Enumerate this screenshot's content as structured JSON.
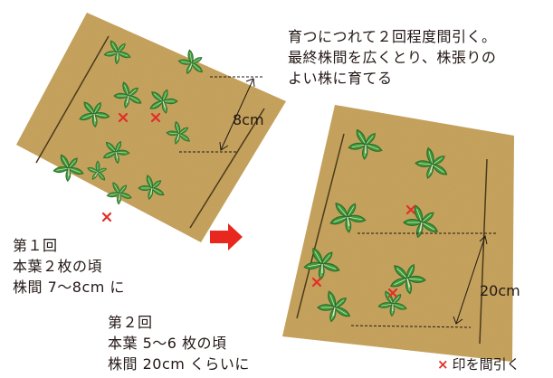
{
  "top_note": {
    "line1": "育つにつれて２回程度間引く。",
    "line2": "最終株間を広くとり、株張りの",
    "line3": "よい株に育てる"
  },
  "bed1_spacing": "8cm",
  "bed2_spacing": "20cm",
  "stage1": {
    "line1": "第１回",
    "line2": "本葉２枚の頃",
    "line3": "株間 7〜8cm に"
  },
  "stage2": {
    "line1": "第２回",
    "line2": "本葉 5〜6 枚の頃",
    "line3": "株間 20cm くらいに"
  },
  "legend": {
    "mark": "×",
    "text": "印を間引く"
  },
  "colors": {
    "soil": "#c9a45c",
    "soil_dark": "#a9823f",
    "leaf": "#3f9a3a",
    "leaf_dark": "#2c6e2a",
    "thin_mark": "#e0302a",
    "arrow": "#e8281e",
    "text": "#231815"
  },
  "icons": {
    "process_arrow": "red-right-arrow-icon",
    "thin_marker": "red-cross-icon"
  }
}
